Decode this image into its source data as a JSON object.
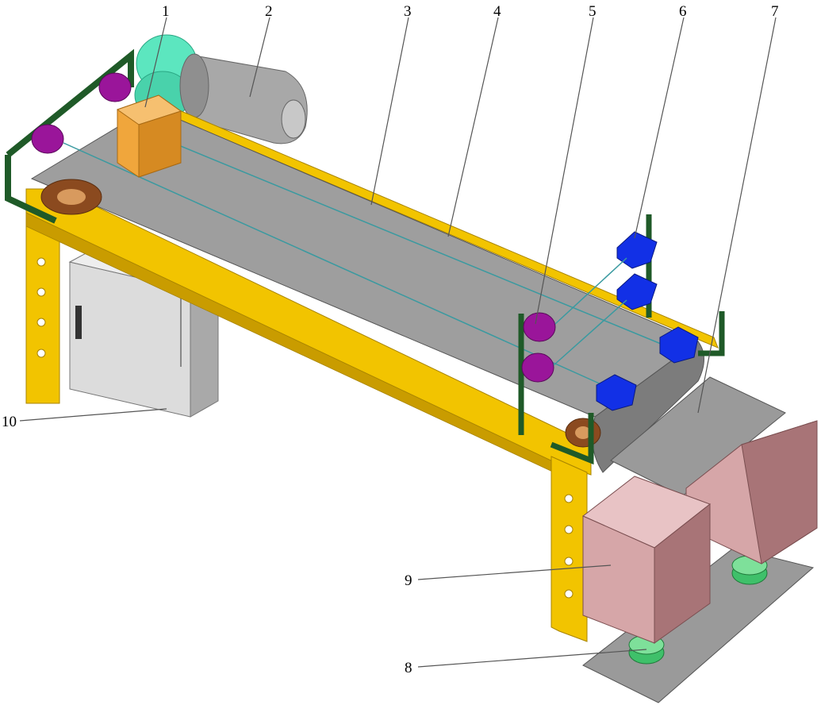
{
  "callouts": [
    "1",
    "2",
    "3",
    "4",
    "5",
    "6",
    "7",
    "8",
    "9",
    "10"
  ],
  "colors": {
    "frame_yellow": "#f2c400",
    "frame_yellow_dark": "#c99c00",
    "belt_gray": "#9e9e9e",
    "belt_dark": "#6e6e6e",
    "motor_gray": "#a8a8a8",
    "gearbox_teal": "#5ce6bf",
    "sensor_orange": "#f0a63c",
    "roller_purple": "#9a159a",
    "camera_blue": "#1230e6",
    "bracket_green": "#1f5a28",
    "bin_pink": "#d6a6a8",
    "cabinet_gray": "#cfcfcf",
    "base_plate": "#9a9a9a",
    "load_cell_green": "#3fc06a"
  }
}
